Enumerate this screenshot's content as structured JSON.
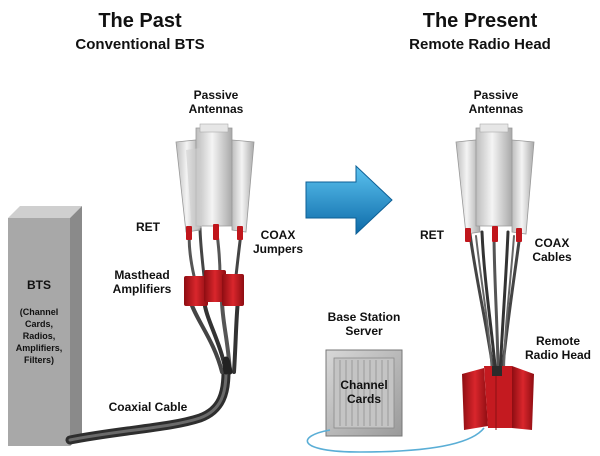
{
  "past": {
    "title": "The Past",
    "subtitle": "Conventional BTS",
    "labels": {
      "passive_antennas": "Passive\nAntennas",
      "ret": "RET",
      "coax_jumpers": "COAX\nJumpers",
      "masthead_amplifiers": "Masthead\nAmplifiers",
      "coaxial_cable": "Coaxial Cable"
    },
    "bts": {
      "name": "BTS",
      "items": [
        "(Channel",
        "Cards,",
        "Radios,",
        "Amplifiers,",
        "Filters)"
      ]
    }
  },
  "present": {
    "title": "The Present",
    "subtitle": "Remote Radio Head",
    "labels": {
      "passive_antennas": "Passive\nAntennas",
      "ret": "RET",
      "coax_cables": "COAX\nCables",
      "base_station_server": "Base Station\nServer",
      "channel_cards": "Channel\nCards",
      "remote_radio_head": "Remote\nRadio Head"
    }
  },
  "colors": {
    "arrow": "#1b86c8",
    "amplifier": "#c0161c",
    "bts_box": "#a8a8a8",
    "cable": "#3c3c3c",
    "fiber": "#5aaed6",
    "antenna": "#e2e2e2"
  }
}
